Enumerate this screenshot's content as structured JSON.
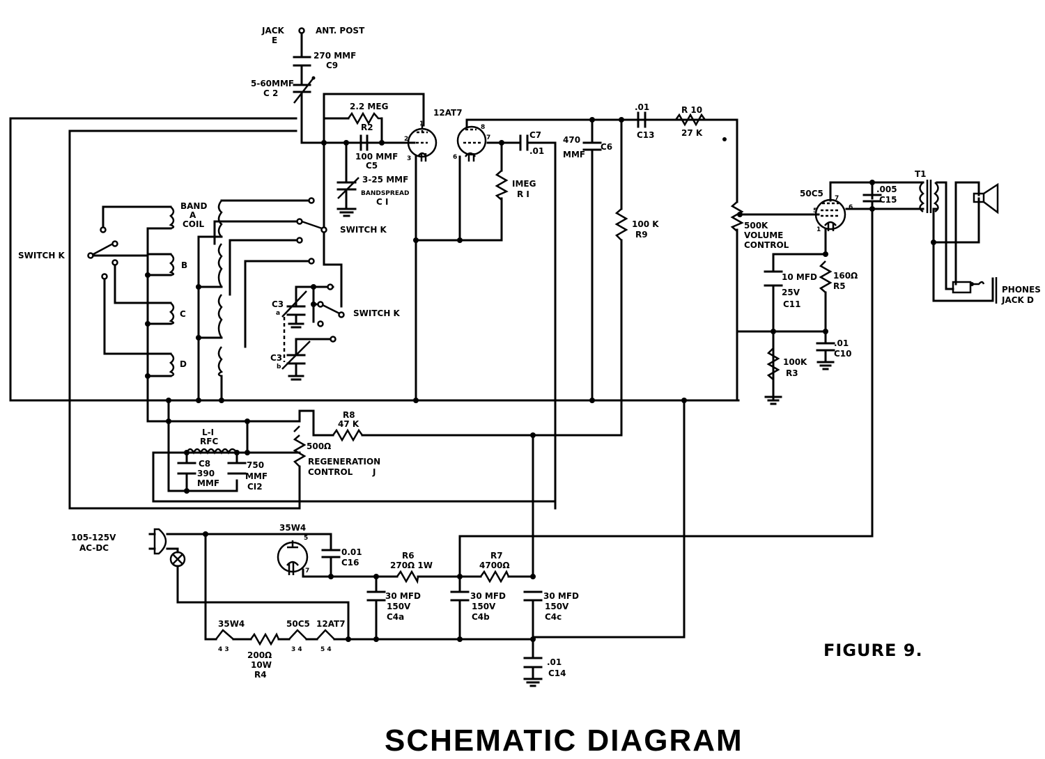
{
  "title": "SCHEMATIC DIAGRAM",
  "figure": "FIGURE 9.",
  "antenna": {
    "jack": "JACK",
    "jack_id": "E",
    "post": "ANT. POST"
  },
  "components": {
    "c9": {
      "value": "270 MMF",
      "ref": "C9"
    },
    "c2": {
      "value": "5-60MMF",
      "ref": "C 2"
    },
    "r2": {
      "value": "2.2 MEG",
      "ref": "R2"
    },
    "c5": {
      "value": "100 MMF",
      "ref": "C5"
    },
    "c1": {
      "value": "3-25 MMF",
      "note": "BANDSPREAD",
      "ref": "C I"
    },
    "v1": {
      "ref": "12AT7",
      "pins": [
        "1",
        "2",
        "3",
        "6",
        "7",
        "8"
      ]
    },
    "c7": {
      "ref": "C7",
      "value": ".01"
    },
    "r1": {
      "value": "IMEG",
      "ref": "R I"
    },
    "c6": {
      "value": "470",
      "unit": "MMF",
      "ref": "C6"
    },
    "c13": {
      "value": ".01",
      "ref": "C13"
    },
    "r10": {
      "ref": "R 10",
      "value": "27 K"
    },
    "r9": {
      "value": "100 K",
      "ref": "R9"
    },
    "vol": {
      "value": "500K",
      "name1": "VOLUME",
      "name2": "CONTROL"
    },
    "v2": {
      "ref": "50C5",
      "pins": [
        "1",
        "5",
        "6",
        "7"
      ]
    },
    "c15": {
      "value": ".005",
      "ref": "C15"
    },
    "t1": {
      "ref": "T1"
    },
    "c11": {
      "value": "10 MFD",
      "rating": "25V",
      "ref": "C11"
    },
    "r5": {
      "value": "160Ω",
      "ref": "R5"
    },
    "c10": {
      "value": ".01",
      "ref": "C10"
    },
    "r3": {
      "value": "100K",
      "ref": "R3"
    },
    "phones": {
      "line1": "PHONES",
      "line2": "JACK D"
    },
    "band": {
      "a1": "BAND",
      "a2": "A",
      "a3": "COIL",
      "b": "B",
      "c": "C",
      "d": "D"
    },
    "switch_k": "SWITCH K",
    "c3a": {
      "ref": "C3",
      "sub": "a"
    },
    "c3b": {
      "ref": "C3",
      "sub": "b"
    },
    "r8": {
      "ref": "R8",
      "value": "47 K"
    },
    "l1": {
      "ref": "L-I",
      "type": "RFC"
    },
    "c8": {
      "ref": "C8",
      "value": "390",
      "unit": "MMF"
    },
    "c12": {
      "value": "750",
      "unit": "MMF",
      "ref": "CI2"
    },
    "regen": {
      "value": "500Ω",
      "name": "REGENERATION",
      "name2": "CONTROL",
      "id": "J"
    },
    "power": {
      "line1": "105-125V",
      "line2": "AC-DC"
    },
    "v3": {
      "ref": "35W4",
      "pins": [
        "5",
        "7"
      ]
    },
    "c16": {
      "value": "0.01",
      "ref": "C16"
    },
    "r6": {
      "ref": "R6",
      "value": "270Ω 1W"
    },
    "r7": {
      "ref": "R7",
      "value": "4700Ω"
    },
    "c4a": {
      "value": "30 MFD",
      "rating": "150V",
      "ref": "C4a"
    },
    "c4b": {
      "value": "30 MFD",
      "rating": "150V",
      "ref": "C4b"
    },
    "c4c": {
      "value": "30 MFD",
      "rating": "150V",
      "ref": "C4c"
    },
    "c14": {
      "value": ".01",
      "ref": "C14"
    },
    "heaters": {
      "h1": "35W4",
      "h1p": "4  3",
      "h2": "50C5",
      "h2p": "3  4",
      "h3": "12AT7",
      "h3p": "5  4"
    },
    "r4": {
      "value": "200Ω",
      "rating": "10W",
      "ref": "R4"
    }
  }
}
